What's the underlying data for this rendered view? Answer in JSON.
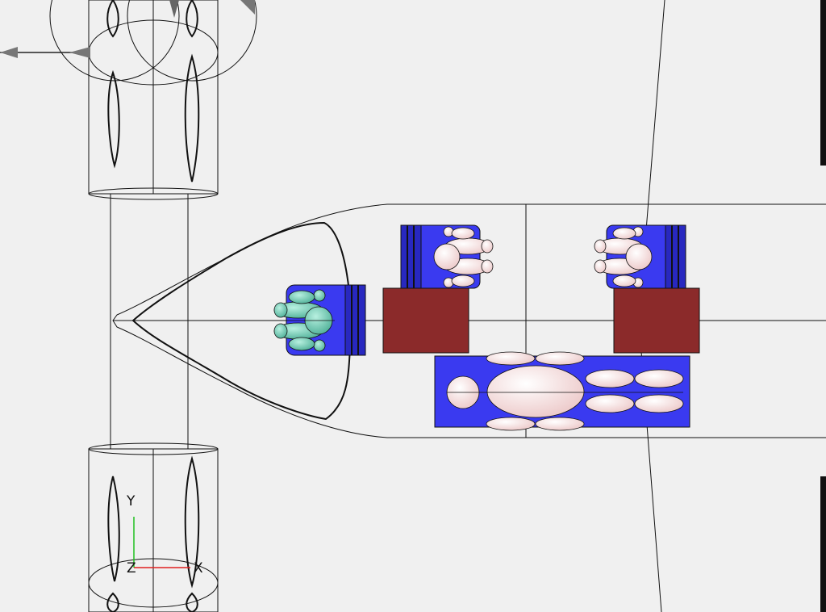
{
  "viewport": {
    "background": "#f0f0f0"
  },
  "colors": {
    "outline": "#111111",
    "seat": "#3a3af0",
    "seat_dark": "#1a1a70",
    "cargo": "#8b2a2a",
    "pilot": "#7fd6c0",
    "passenger": "#f5e4e4",
    "axis_x": "#e02020",
    "axis_y": "#20c020"
  },
  "axes": {
    "x_label": "X",
    "y_label": "Y",
    "z_label": "Z"
  },
  "icons": {
    "arrow_icon": "arrow-left-icon",
    "triad_icon": "axis-triad-icon"
  }
}
